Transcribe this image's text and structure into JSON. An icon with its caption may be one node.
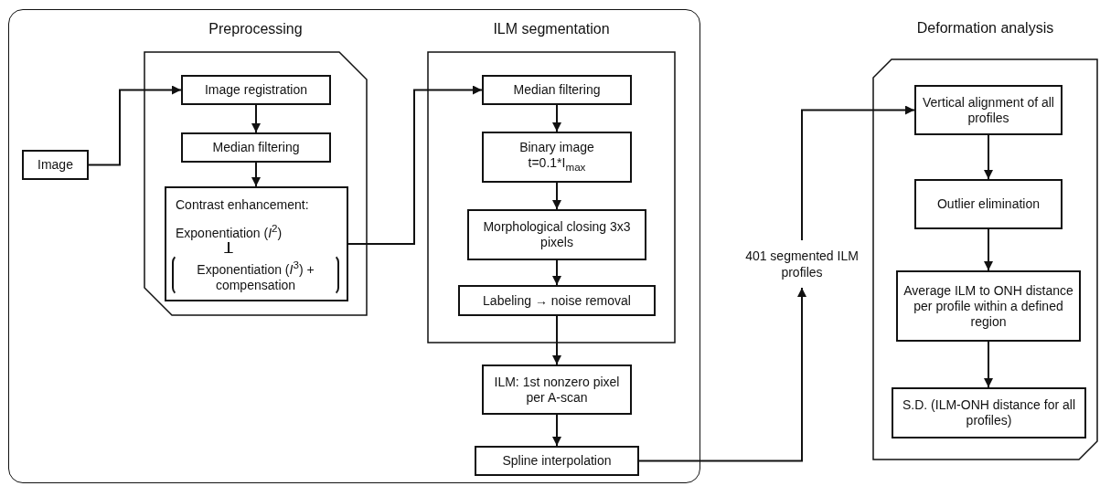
{
  "diagram": {
    "nodes": [
      {
        "text": [],
        "shape": "box"
      },
      {
        "text": [
          "Image"
        ],
        "in": 0
      },
      {
        "text": [
          "Preprocessing"
        ],
        "in": 0
      },
      {
        "text": [
          "Image registration"
        ],
        "in": 2
      },
      {
        "text": [
          "Median filtering"
        ],
        "in": 2
      },
      {
        "text": [
          "Contrast enhancement:",
          "Exponentiation (*I*$^{2}$)",
          "Exponentiation (*I*$^{3}$) + compensation"
        ],
        "in": 2
      },
      {
        "text": [
          "ILM segmentation"
        ],
        "in": 0
      },
      {
        "text": [
          "Median filtering"
        ],
        "in": 6
      },
      {
        "text": [
          "Binary image",
          "t=0.1*I$_{max}$"
        ],
        "in": 6
      },
      {
        "text": [
          "Morphological closing 3x3 pixels"
        ],
        "in": 6
      },
      {
        "text": [
          "Labeling → noise removal"
        ],
        "in": 6
      },
      {
        "text": [
          "ILM: 1st nonzero pixel per A-scan"
        ],
        "in": 0
      },
      {
        "text": [
          "Spline interpolation"
        ],
        "in": 0
      },
      {
        "text": [
          "401 segmented ILM profiles"
        ]
      },
      {
        "text": [
          "Deformation analysis"
        ]
      },
      {
        "text": [
          "Vertical alignment of all profiles"
        ],
        "in": 14
      },
      {
        "text": [
          "Outlier elimination"
        ],
        "in": 14
      },
      {
        "text": [
          "Average ILM to ONH distance per profile within a defined region"
        ],
        "in": 14
      },
      {
        "text": [
          "S.D. (ILM-ONH distance for all profiles)"
        ],
        "in": 14
      }
    ],
    "edges": [
      {
        "from": 1,
        "to": 3,
        "arrow": "to"
      },
      {
        "from": 3,
        "to": 4,
        "arrow": "to"
      },
      {
        "from": 4,
        "to": 5,
        "arrow": "to"
      },
      {
        "from": 5,
        "to": 7,
        "arrow": "to"
      },
      {
        "from": 7,
        "to": 8,
        "arrow": "to"
      },
      {
        "from": 8,
        "to": 9,
        "arrow": "to"
      },
      {
        "from": 9,
        "to": 10,
        "arrow": "to"
      },
      {
        "from": 10,
        "to": 11,
        "arrow": "to"
      },
      {
        "from": 11,
        "to": 12,
        "arrow": "to"
      },
      {
        "from": 12,
        "to": 13,
        "arrow": "to"
      },
      {
        "from": 13,
        "to": 15,
        "arrow": "to"
      },
      {
        "from": 15,
        "to": 16,
        "arrow": "to"
      },
      {
        "from": 16,
        "to": 17,
        "arrow": "to"
      },
      {
        "from": 17,
        "to": 18,
        "arrow": "to"
      }
    ]
  }
}
